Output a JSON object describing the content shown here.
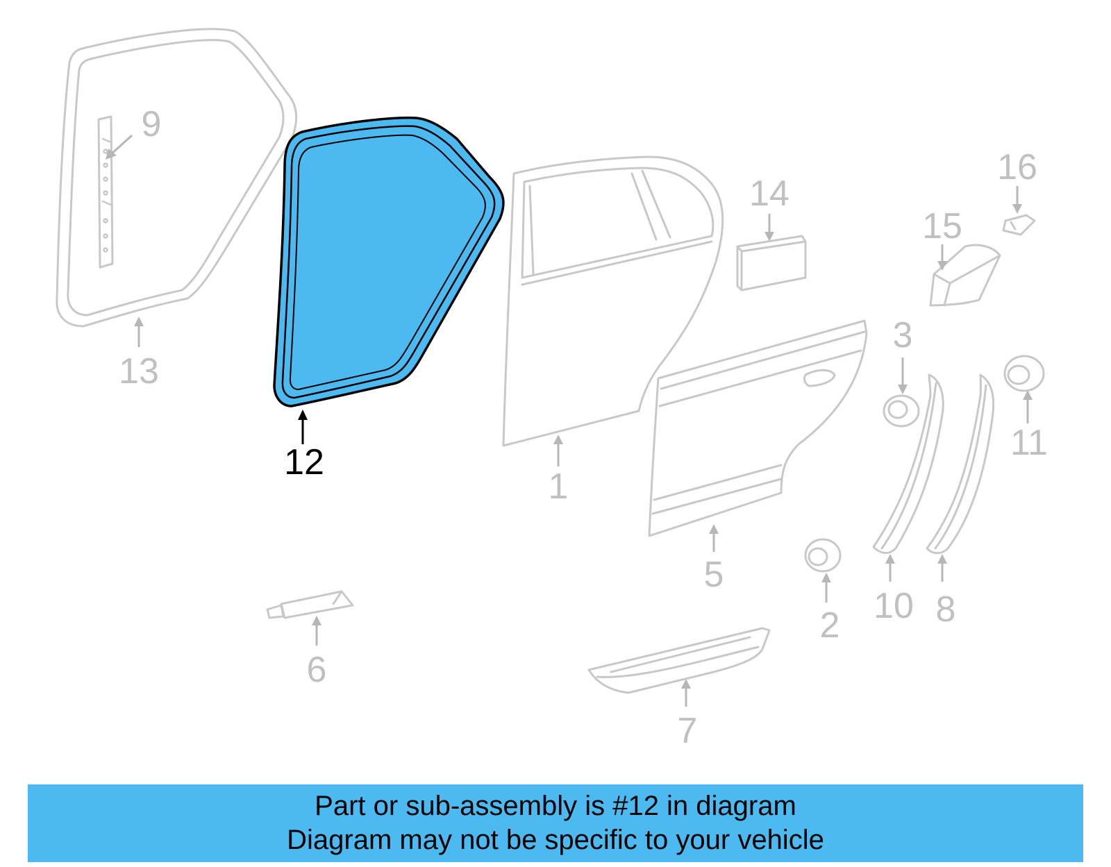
{
  "diagram": {
    "callouts": [
      {
        "id": "1",
        "label": "1"
      },
      {
        "id": "2",
        "label": "2"
      },
      {
        "id": "3",
        "label": "3"
      },
      {
        "id": "5",
        "label": "5"
      },
      {
        "id": "6",
        "label": "6"
      },
      {
        "id": "7",
        "label": "7"
      },
      {
        "id": "8",
        "label": "8"
      },
      {
        "id": "9",
        "label": "9"
      },
      {
        "id": "10",
        "label": "10"
      },
      {
        "id": "11",
        "label": "11"
      },
      {
        "id": "12",
        "label": "12"
      },
      {
        "id": "13",
        "label": "13"
      },
      {
        "id": "14",
        "label": "14"
      },
      {
        "id": "15",
        "label": "15"
      },
      {
        "id": "16",
        "label": "16"
      }
    ],
    "highlighted_part": "12",
    "highlight_color": "#4cbaf1",
    "muted_color": "#c8c8c8"
  },
  "banner": {
    "line1": "Part or sub-assembly is #12 in diagram",
    "line2": "Diagram may not be specific to your vehicle",
    "background": "#4cbaf1"
  }
}
